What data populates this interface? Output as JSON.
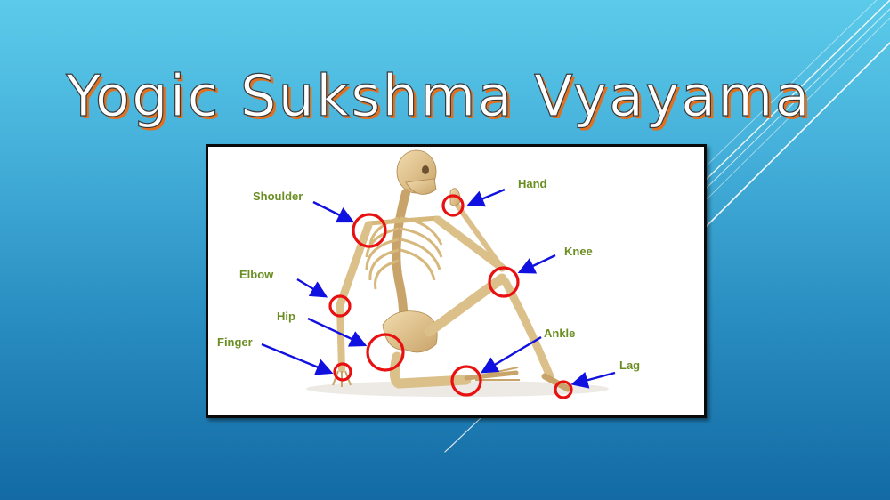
{
  "slide": {
    "title": "Yogic Sukshma Vyayama",
    "background_gradient": [
      "#5ccbea",
      "#136aa4"
    ],
    "title_text_color": "#ffffff",
    "title_shadow_color": "#e07020"
  },
  "figure": {
    "description": "Skeleton seated on floor with joints circled",
    "circle_color": "#e81010",
    "arrow_color": "#1010e0",
    "label_color": "#6b8e23",
    "labels": [
      {
        "id": "shoulder",
        "text": "Shoulder"
      },
      {
        "id": "hand",
        "text": "Hand"
      },
      {
        "id": "elbow",
        "text": "Elbow"
      },
      {
        "id": "knee",
        "text": "Knee"
      },
      {
        "id": "hip",
        "text": "Hip"
      },
      {
        "id": "finger",
        "text": "Finger"
      },
      {
        "id": "ankle",
        "text": "Ankle"
      },
      {
        "id": "lag",
        "text": "Lag"
      }
    ]
  }
}
